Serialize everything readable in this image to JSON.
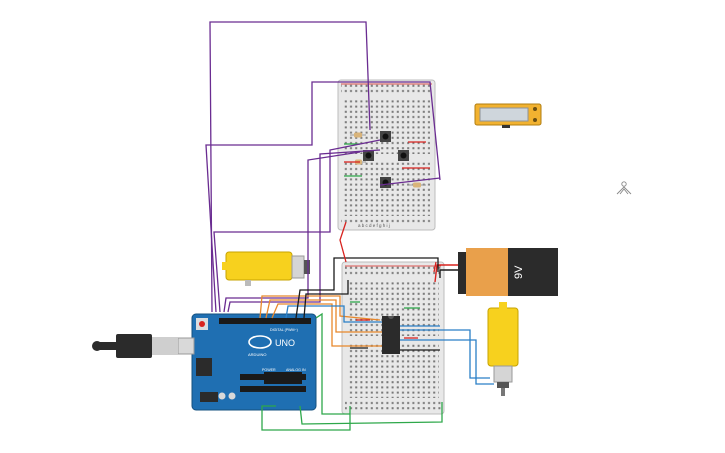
{
  "arduino": {
    "brand": "UNO",
    "maker": "ARDUINO",
    "digital_label": "DIGITAL (PWM~)",
    "power_label": "POWER",
    "analog_label": "ANALOG IN"
  },
  "battery": {
    "label": "9V"
  },
  "breadboard_top": {
    "row_letters": "a b c d e   f g h i j"
  },
  "colors": {
    "board": "#1f6fb2",
    "breadboard": "#e6e6e6",
    "motor": "#f7d11e",
    "battery_orange": "#e9a04b",
    "battery_black": "#2b2b2b",
    "wire_purple": "#6a2c91",
    "wire_orange": "#e8872a",
    "wire_green": "#2ea84a",
    "wire_red": "#d8231f",
    "wire_blue": "#2a7fc6",
    "wire_black": "#1a1a1a",
    "lcd_frame": "#f2b230",
    "lcd_screen": "#cfd6dc"
  },
  "icons": [
    "usb-cable-icon",
    "push-button-icon",
    "resistor-icon",
    "dc-motor-icon",
    "9v-battery-icon",
    "ic-chip-icon",
    "lcd-module-icon",
    "person-marker-icon"
  ]
}
